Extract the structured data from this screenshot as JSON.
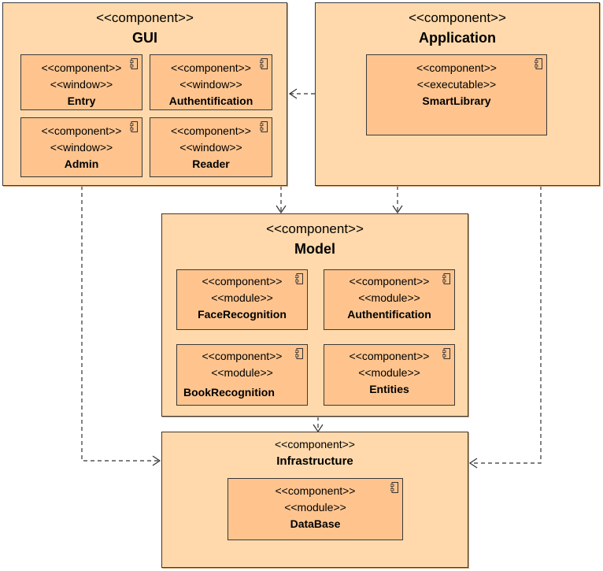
{
  "gui": {
    "stereotype": "<<component>>",
    "name": "GUI",
    "children": [
      {
        "stereotype": "<<component>>",
        "kind": "<<window>>",
        "name": "Entry"
      },
      {
        "stereotype": "<<component>>",
        "kind": "<<window>>",
        "name": "Authentification"
      },
      {
        "stereotype": "<<component>>",
        "kind": "<<window>>",
        "name": "Admin"
      },
      {
        "stereotype": "<<component>>",
        "kind": "<<window>>",
        "name": "Reader"
      }
    ]
  },
  "application": {
    "stereotype": "<<component>>",
    "name": "Application",
    "children": [
      {
        "stereotype": "<<component>>",
        "kind": "<<executable>>",
        "name": "SmartLibrary"
      }
    ]
  },
  "model": {
    "stereotype": "<<component>>",
    "name": "Model",
    "children": [
      {
        "stereotype": "<<component>>",
        "kind": "<<module>>",
        "name": "FaceRecognition"
      },
      {
        "stereotype": "<<component>>",
        "kind": "<<module>>",
        "name": "Authentification"
      },
      {
        "stereotype": "<<component>>",
        "kind": "<<module>>",
        "name": "BookRecognition"
      },
      {
        "stereotype": "<<component>>",
        "kind": "<<module>>",
        "name": "Entities"
      }
    ]
  },
  "infrastructure": {
    "stereotype": "<<component>>",
    "name": "Infrastructure",
    "children": [
      {
        "stereotype": "<<component>>",
        "kind": "<<module>>",
        "name": "DataBase"
      }
    ]
  },
  "dependencies": [
    {
      "from": "Application",
      "to": "GUI"
    },
    {
      "from": "GUI",
      "to": "Model"
    },
    {
      "from": "Application",
      "to": "Model"
    },
    {
      "from": "GUI",
      "to": "Infrastructure"
    },
    {
      "from": "Model",
      "to": "Infrastructure"
    },
    {
      "from": "Application",
      "to": "Infrastructure"
    }
  ],
  "colors": {
    "outer_fill": "#ffd9ab",
    "inner_fill": "#ffc48e",
    "border": "#3a3a3a"
  }
}
